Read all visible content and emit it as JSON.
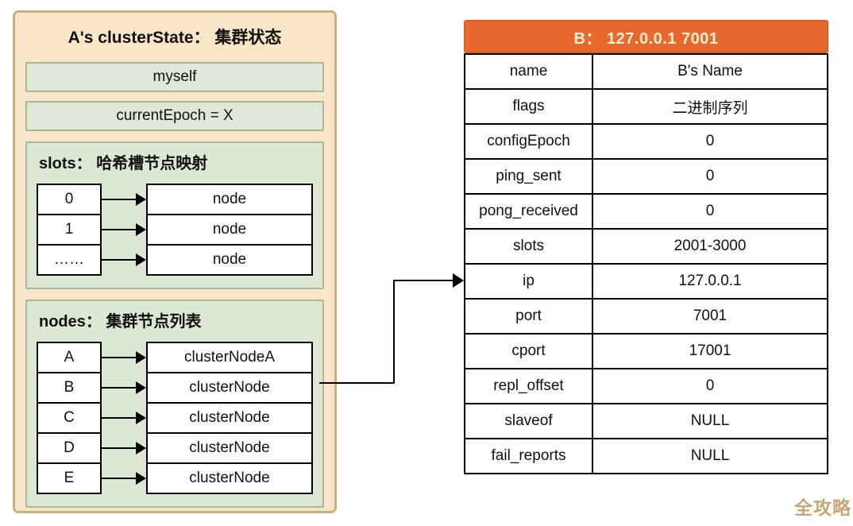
{
  "panel": {
    "title": "A's clusterState： 集群状态",
    "myself": "myself",
    "current_epoch": "currentEpoch = X",
    "slots_section": {
      "title": "slots： 哈希槽节点映射",
      "rows": [
        {
          "key": "0",
          "value": "node"
        },
        {
          "key": "1",
          "value": "node"
        },
        {
          "key": "……",
          "value": "node"
        }
      ]
    },
    "nodes_section": {
      "title": "nodes： 集群节点列表",
      "rows": [
        {
          "key": "A",
          "value": "clusterNodeA"
        },
        {
          "key": "B",
          "value": "clusterNode"
        },
        {
          "key": "C",
          "value": "clusterNode"
        },
        {
          "key": "D",
          "value": "clusterNode"
        },
        {
          "key": "E",
          "value": "clusterNode"
        }
      ]
    }
  },
  "node_table": {
    "header": "B： 127.0.0.1 7001",
    "rows": [
      {
        "key": "name",
        "value": "B's Name"
      },
      {
        "key": "flags",
        "value": "二进制序列"
      },
      {
        "key": "configEpoch",
        "value": "0"
      },
      {
        "key": "ping_sent",
        "value": "0"
      },
      {
        "key": "pong_received",
        "value": "0"
      },
      {
        "key": "slots",
        "value": "2001-3000"
      },
      {
        "key": "ip",
        "value": "127.0.0.1"
      },
      {
        "key": "port",
        "value": "7001"
      },
      {
        "key": "cport",
        "value": "17001"
      },
      {
        "key": "repl_offset",
        "value": "0"
      },
      {
        "key": "slaveof",
        "value": "NULL"
      },
      {
        "key": "fail_reports",
        "value": "NULL"
      }
    ]
  },
  "watermark": "全攻略",
  "colors": {
    "panel_fill": "#F9E5C7",
    "panel_border": "#C9B282",
    "section_fill": "#DCE7D4",
    "section_border": "#A9B79D",
    "header_orange": "#E8682E",
    "header_text": "#F8EFD2",
    "watermark_gold": "#C5A67A"
  }
}
